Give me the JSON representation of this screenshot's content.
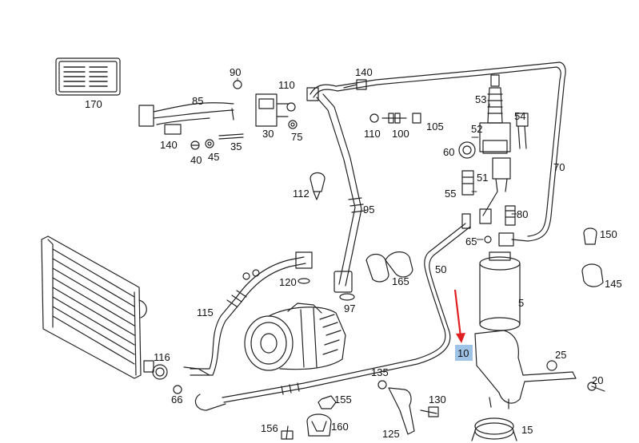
{
  "diagram": {
    "callouts": [
      {
        "id": "c170",
        "text": "170"
      },
      {
        "id": "c85",
        "text": "85"
      },
      {
        "id": "c90",
        "text": "90"
      },
      {
        "id": "c110a",
        "text": "110"
      },
      {
        "id": "c140a",
        "text": "140"
      },
      {
        "id": "c140b",
        "text": "140"
      },
      {
        "id": "c35",
        "text": "35"
      },
      {
        "id": "c30",
        "text": "30"
      },
      {
        "id": "c75",
        "text": "75"
      },
      {
        "id": "c40",
        "text": "40"
      },
      {
        "id": "c45",
        "text": "45"
      },
      {
        "id": "c110b",
        "text": "110"
      },
      {
        "id": "c100",
        "text": "100"
      },
      {
        "id": "c105",
        "text": "105"
      },
      {
        "id": "c53",
        "text": "53"
      },
      {
        "id": "c54",
        "text": "54"
      },
      {
        "id": "c52",
        "text": "52"
      },
      {
        "id": "c60",
        "text": "60"
      },
      {
        "id": "c70",
        "text": "70"
      },
      {
        "id": "c51",
        "text": "51"
      },
      {
        "id": "c55",
        "text": "55"
      },
      {
        "id": "c112",
        "text": "112"
      },
      {
        "id": "c95",
        "text": "95"
      },
      {
        "id": "c80",
        "text": "80"
      },
      {
        "id": "c150",
        "text": "150"
      },
      {
        "id": "c65",
        "text": "65"
      },
      {
        "id": "c50",
        "text": "50"
      },
      {
        "id": "c145",
        "text": "145"
      },
      {
        "id": "c120",
        "text": "120"
      },
      {
        "id": "c165",
        "text": "165"
      },
      {
        "id": "c97",
        "text": "97"
      },
      {
        "id": "c5",
        "text": "5"
      },
      {
        "id": "c115",
        "text": "115"
      },
      {
        "id": "c10",
        "text": "10"
      },
      {
        "id": "c25",
        "text": "25"
      },
      {
        "id": "c116",
        "text": "116"
      },
      {
        "id": "c20",
        "text": "20"
      },
      {
        "id": "c135",
        "text": "135"
      },
      {
        "id": "c66",
        "text": "66"
      },
      {
        "id": "c130",
        "text": "130"
      },
      {
        "id": "c155",
        "text": "155"
      },
      {
        "id": "c160",
        "text": "160"
      },
      {
        "id": "c156",
        "text": "156"
      },
      {
        "id": "c125",
        "text": "125"
      },
      {
        "id": "c15",
        "text": "15"
      }
    ],
    "highlight_callout": "10",
    "colors": {
      "line": "#222222",
      "arrow": "#e02020",
      "highlight": "#9fc3e6"
    }
  }
}
